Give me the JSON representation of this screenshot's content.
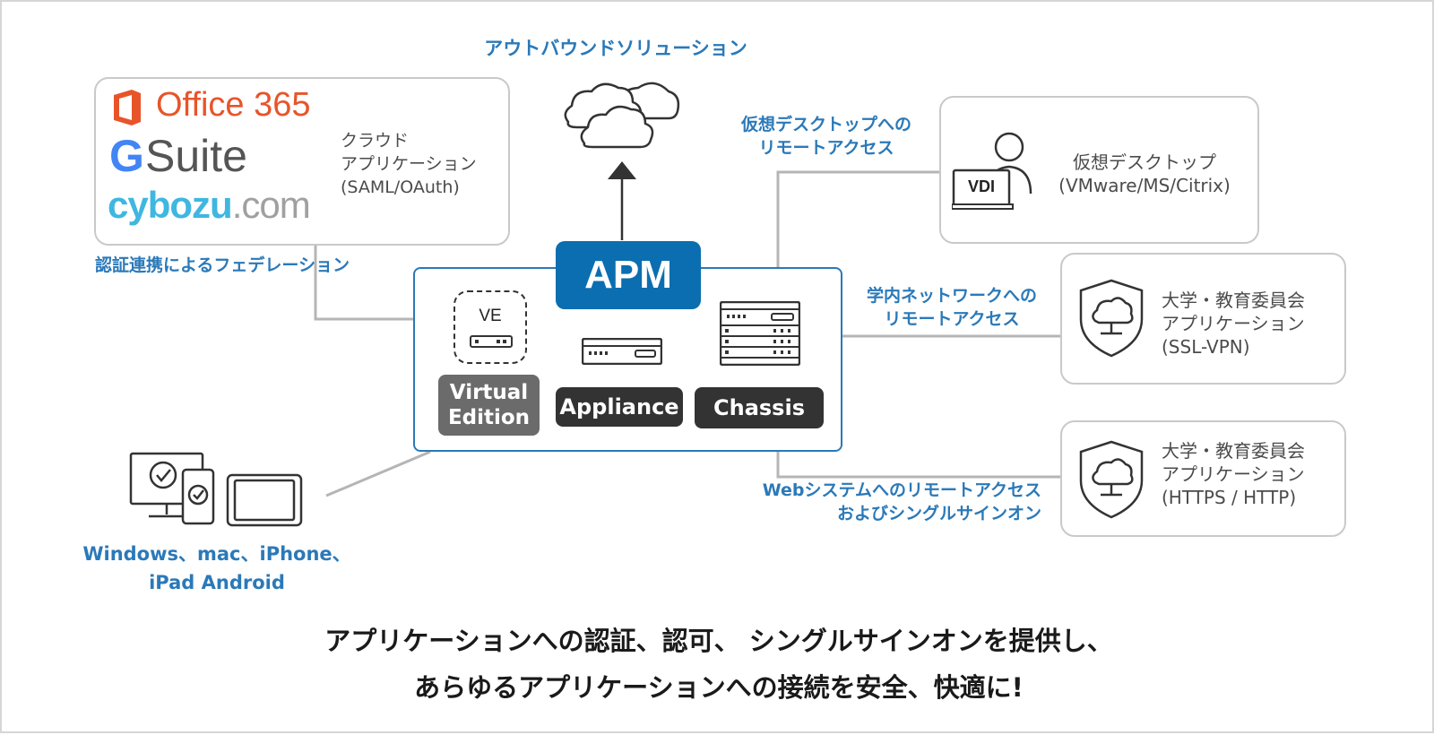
{
  "outbound_label": "アウトバウンドソリューション",
  "cloud_apps": {
    "office365": "Office 365",
    "gsuite_g": "G",
    "gsuite_text": "Suite",
    "cybozu_a": "cybozu",
    "cybozu_b": ".com",
    "description": "クラウド\nアプリケーション\n(SAML/OAuth)",
    "federation_label": "認証連携によるフェデレーション"
  },
  "apm": {
    "title": "APM",
    "ve_badge": "VE",
    "virtual_edition": "Virtual\nEdition",
    "appliance": "Appliance",
    "chassis": "Chassis"
  },
  "vdi": {
    "conn_label": "仮想デスクトップへの\nリモートアクセス",
    "badge": "VDI",
    "description": "仮想デスクトップ\n(VMware/MS/Citrix)"
  },
  "ssl_vpn": {
    "conn_label": "学内ネットワークへの\nリモートアクセス",
    "description": "大学・教育委員会\nアプリケーション\n(SSL-VPN)"
  },
  "https": {
    "conn_label": "Webシステムへのリモートアクセス\nおよびシングルサインオン",
    "description": "大学・教育委員会\nアプリケーション\n(HTTPS / HTTP)"
  },
  "devices_label": "Windows、mac、iPhone、\niPad Android",
  "footer": "アプリケーションへの認証、認可、 シングルサインオンを提供し、\nあらゆるアプリケーションへの接続を安全、快適に!",
  "colors": {
    "blue": "#2b79b8",
    "apm_blue": "#0b6eb0",
    "office_orange": "#e8542a",
    "cybozu_cyan": "#3fb7e0",
    "tag_dark": "#333333",
    "tag_gray": "#6b6b6b"
  }
}
